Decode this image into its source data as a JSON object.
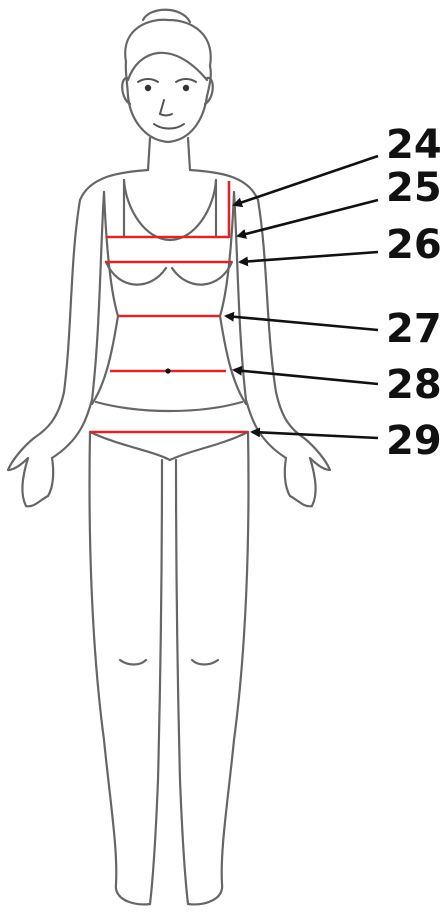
{
  "callouts": [
    {
      "number": "24",
      "part": "armhole"
    },
    {
      "number": "25",
      "part": "bust"
    },
    {
      "number": "26",
      "part": "under-bust"
    },
    {
      "number": "27",
      "part": "waist"
    },
    {
      "number": "28",
      "part": "navel"
    },
    {
      "number": "29",
      "part": "hips"
    }
  ],
  "colors": {
    "measure_line": "#d9262b",
    "outline": "#666666",
    "arrow": "#111111"
  }
}
